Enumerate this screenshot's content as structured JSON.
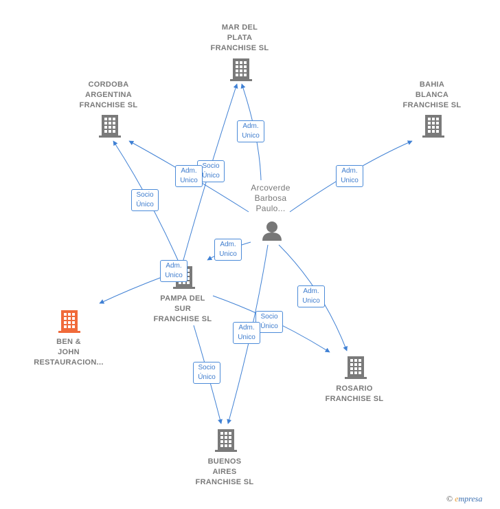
{
  "colors": {
    "edge": "#3f80d4",
    "building": "#7a7a7a",
    "building_highlight": "#f06a3a",
    "person": "#777777"
  },
  "nodes": [
    {
      "id": "mar_del_plata",
      "label": "MAR DEL\nPLATA\nFRANCHISE  SL",
      "icon": "building-icon"
    },
    {
      "id": "cordoba",
      "label": "CORDOBA\nARGENTINA\nFRANCHISE  SL",
      "icon": "building-icon"
    },
    {
      "id": "bahia_blanca",
      "label": "BAHIA\nBLANCA\nFRANCHISE  SL",
      "icon": "building-icon"
    },
    {
      "id": "arcoverde",
      "label": "Arcoverde\nBarbosa\nPaulo...",
      "icon": "person-icon"
    },
    {
      "id": "pampa_del_sur",
      "label": "PAMPA DEL\nSUR\nFRANCHISE  SL",
      "icon": "building-icon"
    },
    {
      "id": "ben_john",
      "label": "BEN &\nJOHN\nRESTAURACION...",
      "icon": "building-icon"
    },
    {
      "id": "rosario",
      "label": "ROSARIO\nFRANCHISE  SL",
      "icon": "building-icon"
    },
    {
      "id": "buenos_aires",
      "label": "BUENOS\nAIRES\nFRANCHISE  SL",
      "icon": "building-icon"
    }
  ],
  "edge_labels": [
    "Adm.\nUnico",
    "Socio\nÚnico",
    "Adm.\nUnico",
    "Socio\nÚnico",
    "Adm.\nUnico",
    "Adm.\nUnico",
    "Adm.\nUnico",
    "Adm.\nUnico",
    "Socio\nÚnico",
    "Adm.\nUnico",
    "Socio\nÚnico"
  ],
  "footer": {
    "copyright": "©",
    "brand_initial": "e",
    "brand_rest": "mpresa"
  }
}
